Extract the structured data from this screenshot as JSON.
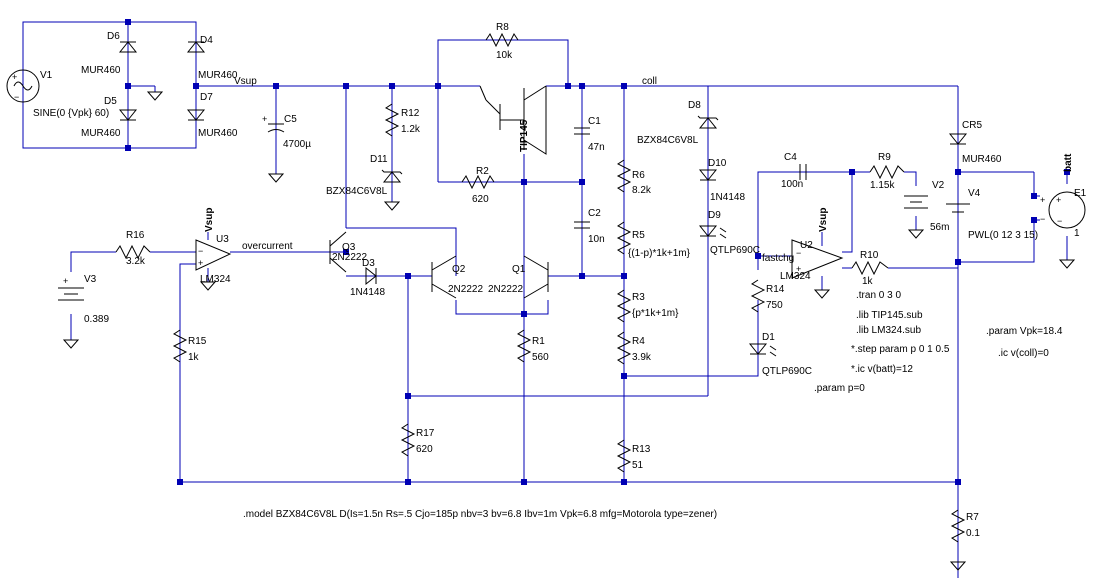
{
  "directives": {
    "model": ".model BZX84C6V8L D(Is=1.5n Rs=.5 Cjo=185p nbv=3 bv=6.8 Ibv=1m Vpk=6.8 mfg=Motorola type=zener)",
    "tran": ".tran 0 3 0",
    "lib1": ".lib TIP145.sub",
    "lib2": ".lib LM324.sub",
    "step": "*.step param p 0 1 0.5",
    "ic_batt": "*.ic v(batt)=12",
    "param_p": ".param p=0",
    "param_vpk": ".param Vpk=18.4",
    "ic_coll": ".ic v(coll)=0"
  },
  "nets": {
    "vsup": "Vsup",
    "coll": "coll",
    "overcurrent": "overcurrent",
    "fastchg": "fastchg",
    "batt": "batt"
  },
  "components": {
    "V1": {
      "ref": "V1",
      "value": "SINE(0 {Vpk} 60)"
    },
    "D6": {
      "ref": "D6",
      "value": "MUR460"
    },
    "D5": {
      "ref": "D5",
      "value": "MUR460"
    },
    "D4": {
      "ref": "D4",
      "value": "MUR460"
    },
    "D7": {
      "ref": "D7",
      "value": "MUR460"
    },
    "C5": {
      "ref": "C5",
      "value": "4700µ"
    },
    "R12": {
      "ref": "R12",
      "value": "1.2k"
    },
    "D11": {
      "ref": "D11",
      "value": "BZX84C6V8L"
    },
    "R8": {
      "ref": "R8",
      "value": "10k"
    },
    "TIP": {
      "value": "TIP145"
    },
    "R2": {
      "ref": "R2",
      "value": "620"
    },
    "C1": {
      "ref": "C1",
      "value": "47n"
    },
    "C2": {
      "ref": "C2",
      "value": "10n"
    },
    "R6": {
      "ref": "R6",
      "value": "8.2k"
    },
    "R5": {
      "ref": "R5",
      "value": "{(1-p)*1k+1m}"
    },
    "R3": {
      "ref": "R3",
      "value": "{p*1k+1m}"
    },
    "R4": {
      "ref": "R4",
      "value": "3.9k"
    },
    "R13": {
      "ref": "R13",
      "value": "51"
    },
    "D8": {
      "ref": "D8",
      "value": "BZX84C6V8L"
    },
    "D10": {
      "ref": "D10",
      "value": "1N4148"
    },
    "D9": {
      "ref": "D9",
      "value": "QTLP690C"
    },
    "C4": {
      "ref": "C4",
      "value": "100n"
    },
    "R9": {
      "ref": "R9",
      "value": "1.15k"
    },
    "V2": {
      "ref": "V2",
      "value": "56m"
    },
    "V4": {
      "ref": "V4",
      "value": "PWL(0 12 3 15)"
    },
    "CR5": {
      "ref": "CR5",
      "value": "MUR460"
    },
    "E1": {
      "ref": "E1",
      "value": "1"
    },
    "U2": {
      "ref": "U2",
      "value": "LM324"
    },
    "R10": {
      "ref": "R10",
      "value": "1k"
    },
    "R14": {
      "ref": "R14",
      "value": "750"
    },
    "D1": {
      "ref": "D1",
      "value": "QTLP690C"
    },
    "R7": {
      "ref": "R7",
      "value": "0.1"
    },
    "R16": {
      "ref": "R16",
      "value": "3.2k"
    },
    "V3": {
      "ref": "V3",
      "value": "0.389"
    },
    "U3": {
      "ref": "U3",
      "value": "LM324"
    },
    "R15": {
      "ref": "R15",
      "value": "1k"
    },
    "Q3": {
      "ref": "Q3",
      "value": "2N2222"
    },
    "D3": {
      "ref": "D3",
      "value": "1N4148"
    },
    "Q2": {
      "ref": "Q2",
      "value": "2N2222"
    },
    "Q1": {
      "ref": "Q1",
      "value": "2N2222"
    },
    "R1": {
      "ref": "R1",
      "value": "560"
    },
    "R17": {
      "ref": "R17",
      "value": "620"
    },
    "Q3_zener_label": {
      "value": "BZX84C6V8L"
    }
  }
}
